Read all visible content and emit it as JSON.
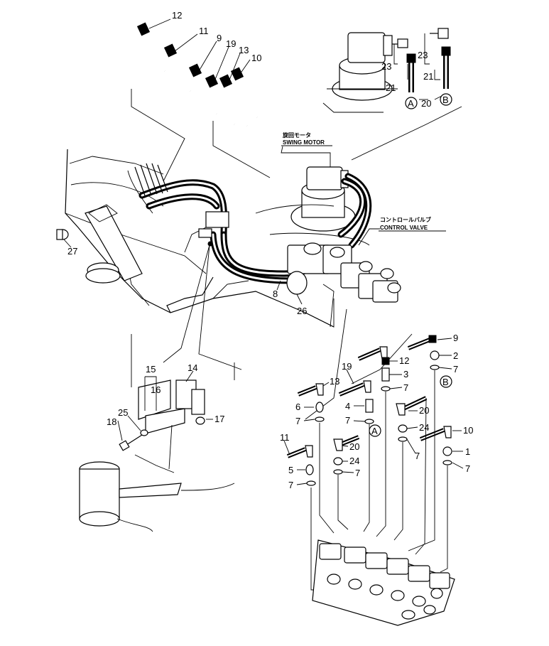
{
  "labels": {
    "swing_motor_jp": "旋回モータ",
    "swing_motor_en": "SWING MOTOR",
    "control_valve_jp": "コントロールバルブ",
    "control_valve_en": "CONTROL VALVE"
  },
  "callouts": {
    "c1": "1",
    "c2": "2",
    "c3": "3",
    "c4": "4",
    "c5": "5",
    "c6": "6",
    "c7a": "7",
    "c7b": "7",
    "c7c": "7",
    "c7d": "7",
    "c7e": "7",
    "c7f": "7",
    "c7g": "7",
    "c7h": "7",
    "c8": "8",
    "c9_top": "9",
    "c9_detail": "9",
    "c10_top": "10",
    "c10_detail": "10",
    "c11_top": "11",
    "c11_detail": "11",
    "c12_top": "12",
    "c12_detail": "12",
    "c13_top": "13",
    "c13_detail": "13",
    "c14": "14",
    "c15": "15",
    "c16": "16",
    "c17": "17",
    "c18": "18",
    "c19_top": "19",
    "c19_detail": "19",
    "c20a": "20",
    "c20b": "20",
    "c20c": "20",
    "c21a": "21",
    "c21b": "21",
    "c23a": "23",
    "c23b": "23",
    "c24a": "24",
    "c24b": "24",
    "c25": "25",
    "c26": "26",
    "c27": "27"
  },
  "markers": {
    "a_top": "A",
    "b_top": "B",
    "a_detail": "A",
    "b_detail": "B"
  }
}
